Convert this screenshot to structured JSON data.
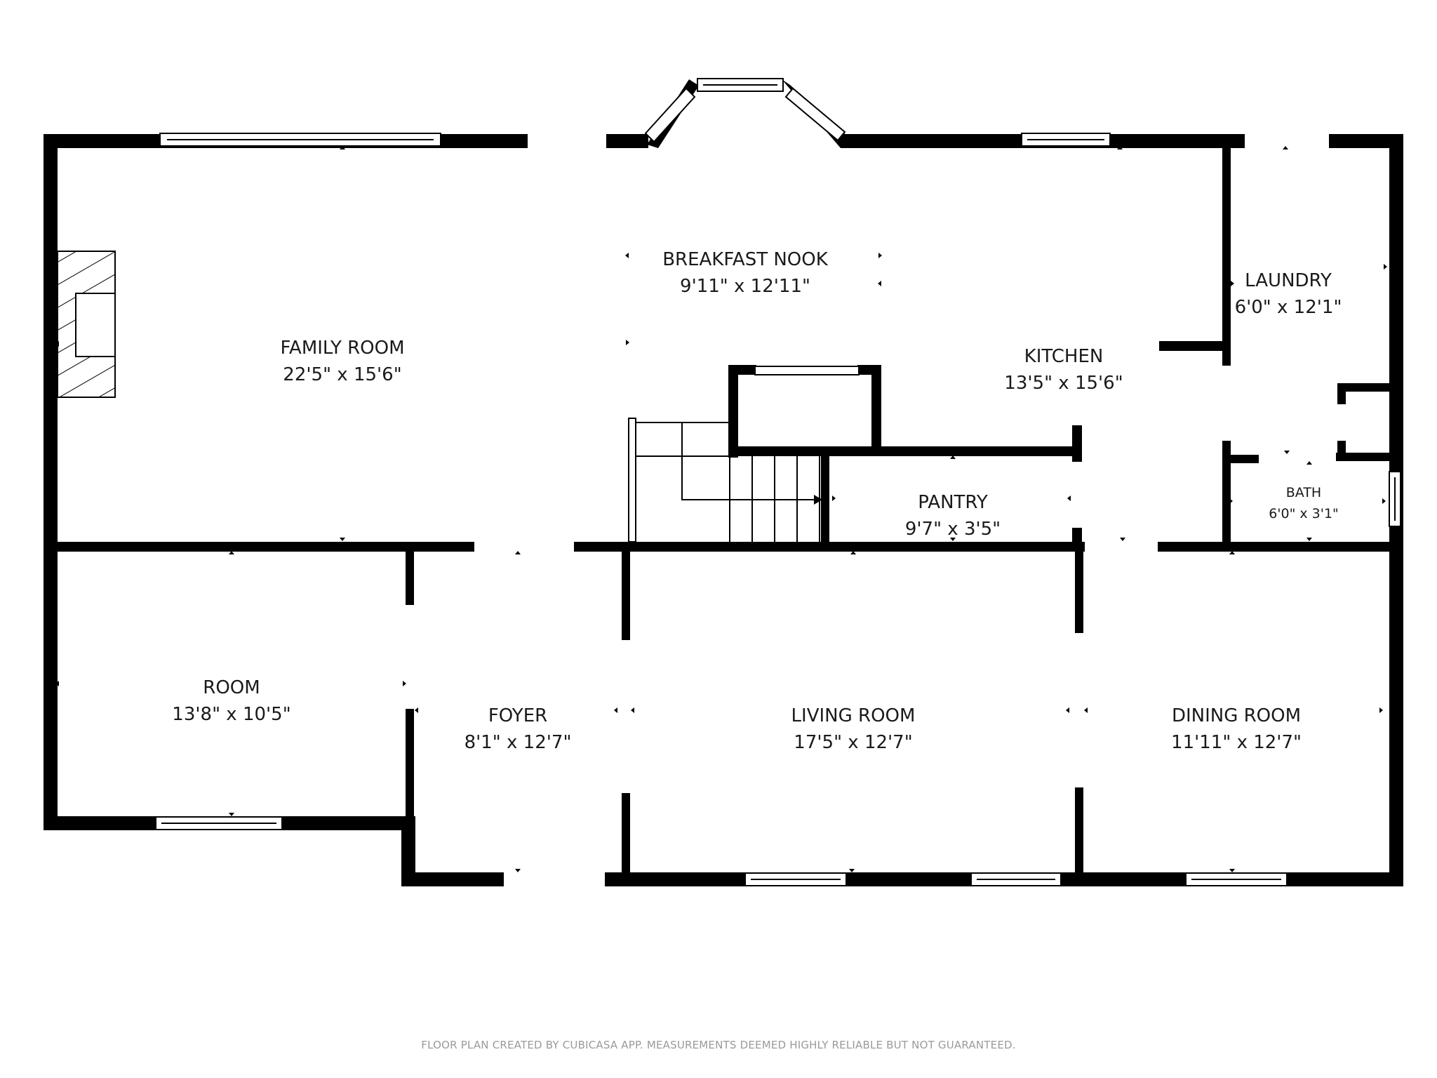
{
  "rooms": {
    "family_room": {
      "name": "FAMILY ROOM",
      "dim": "22'5\" x 15'6\""
    },
    "breakfast_nook": {
      "name": "BREAKFAST NOOK",
      "dim": "9'11\" x 12'11\""
    },
    "kitchen": {
      "name": "KITCHEN",
      "dim": "13'5\" x 15'6\""
    },
    "laundry": {
      "name": "LAUNDRY",
      "dim": "6'0\" x 12'1\""
    },
    "pantry": {
      "name": "PANTRY",
      "dim": "9'7\" x 3'5\""
    },
    "bath": {
      "name": "BATH",
      "dim": "6'0\" x 3'1\""
    },
    "room": {
      "name": "ROOM",
      "dim": "13'8\" x 10'5\""
    },
    "foyer": {
      "name": "FOYER",
      "dim": "8'1\" x 12'7\""
    },
    "living_room": {
      "name": "LIVING ROOM",
      "dim": "17'5\" x 12'7\""
    },
    "dining_room": {
      "name": "DINING ROOM",
      "dim": "11'11\" x 12'7\""
    }
  },
  "footer": "FLOOR PLAN CREATED BY CUBICASA APP. MEASUREMENTS DEEMED HIGHLY RELIABLE BUT NOT GUARANTEED.",
  "colors": {
    "wall": "#000000",
    "text": "#1a1a1a",
    "footer": "#9a9a9a"
  }
}
